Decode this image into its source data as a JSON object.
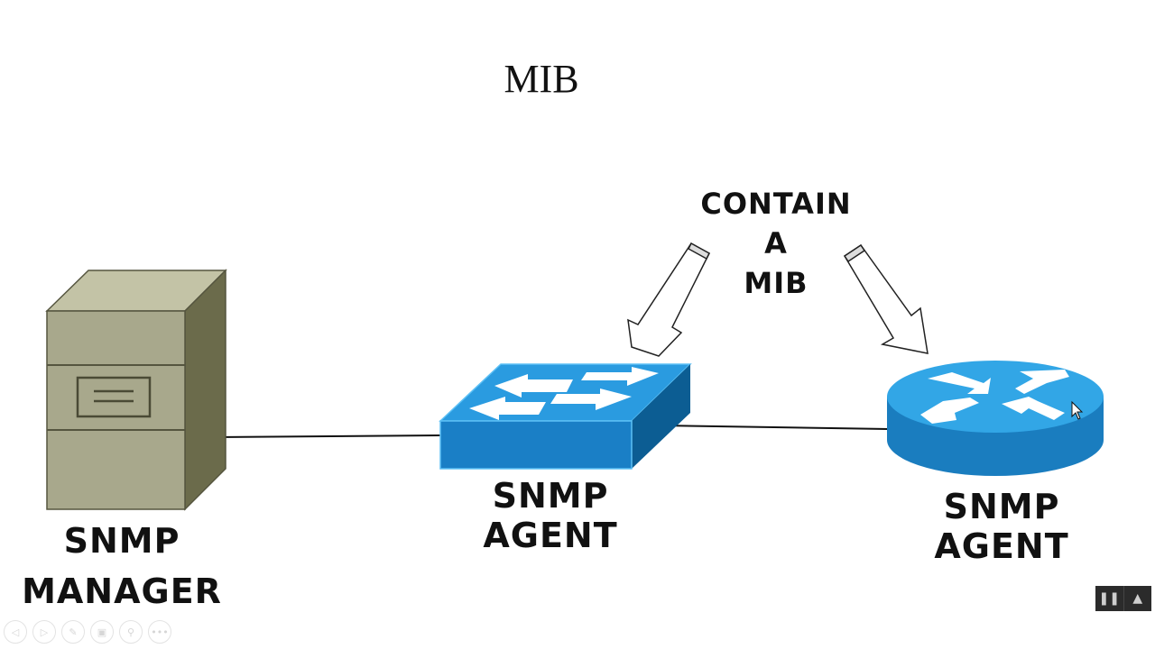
{
  "slide": {
    "title": "MIB",
    "annotation": [
      "CONTAIN",
      "A",
      "MIB"
    ],
    "nodes": [
      {
        "id": "manager",
        "type": "server",
        "label_lines": [
          "SNMP",
          "MANAGER"
        ],
        "color": "#a6a68a"
      },
      {
        "id": "agent-switch",
        "type": "switch",
        "label": "SNMP AGENT",
        "color": "#1a87cf"
      },
      {
        "id": "agent-router",
        "type": "router",
        "label": "SNMP AGENT",
        "color": "#1a86c8"
      }
    ],
    "links": [
      {
        "from": "manager",
        "to": "agent-switch"
      },
      {
        "from": "agent-switch",
        "to": "agent-router"
      }
    ]
  },
  "controls": {
    "slideshow": [
      {
        "name": "previous-icon",
        "glyph": "◁"
      },
      {
        "name": "next-icon",
        "glyph": "▷"
      },
      {
        "name": "pen-icon",
        "glyph": "✎"
      },
      {
        "name": "slides-icon",
        "glyph": "▣"
      },
      {
        "name": "zoom-icon",
        "glyph": "⚲"
      },
      {
        "name": "more-icon",
        "glyph": "•••"
      }
    ],
    "player": [
      {
        "name": "pause-icon",
        "glyph": "❚❚"
      },
      {
        "name": "presenter-icon",
        "glyph": "▲"
      }
    ]
  }
}
